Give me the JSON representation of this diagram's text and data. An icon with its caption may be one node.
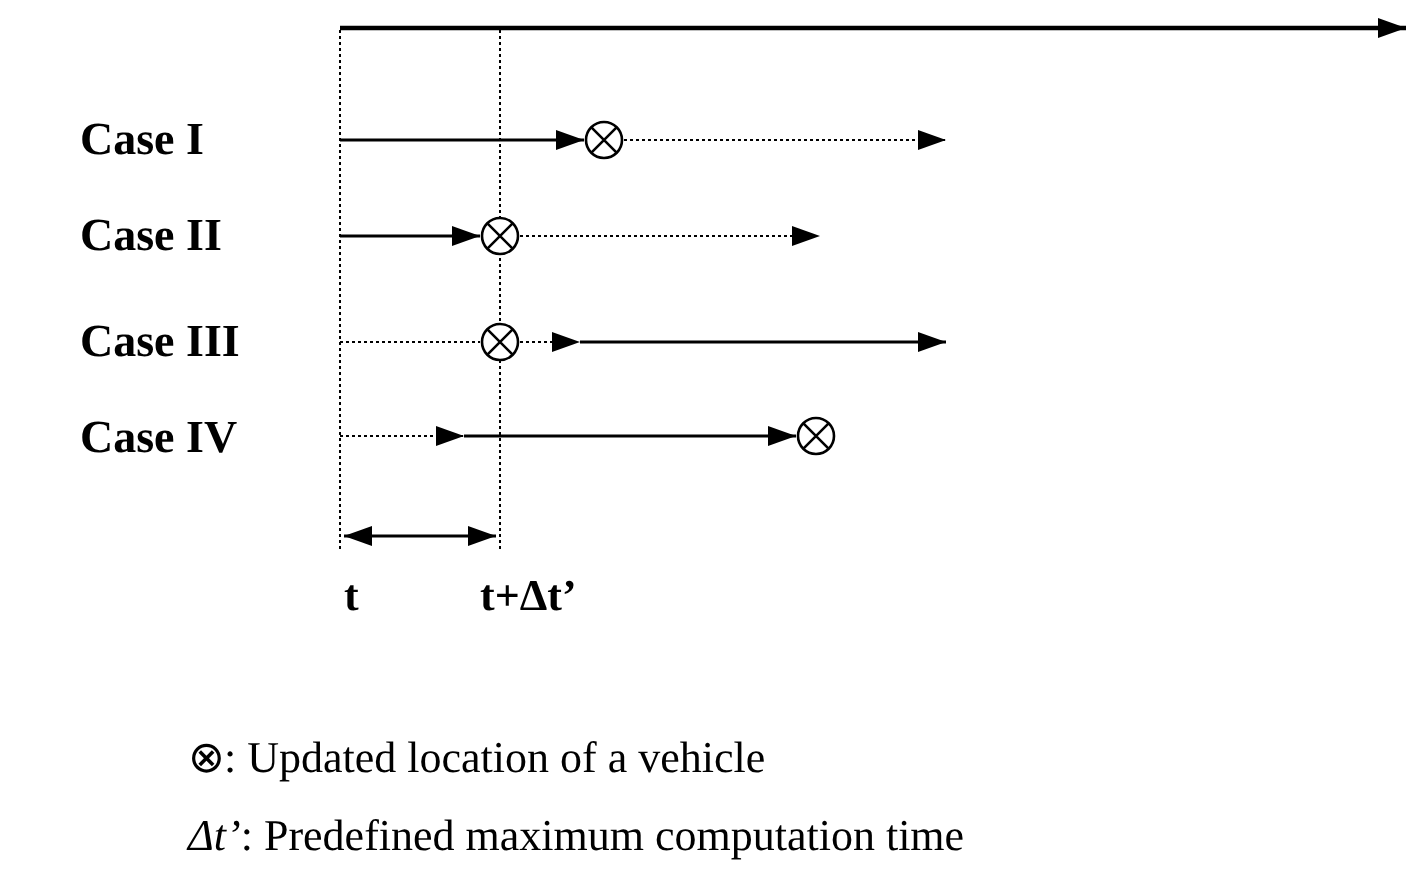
{
  "diagram": {
    "nodes": [
      {
        "text": [],
        "shape": "circle"
      },
      {
        "text": [],
        "shape": "circle"
      },
      {
        "text": [],
        "shape": "circle"
      },
      {
        "text": [],
        "shape": "circle"
      }
    ],
    "edges": [
      {
        "from": null,
        "to": 0,
        "arrow": "to"
      },
      {
        "from": 0,
        "to": null,
        "arrow": "to",
        "style": "dashed"
      },
      {
        "from": null,
        "to": 1,
        "arrow": "to"
      },
      {
        "from": 1,
        "to": null,
        "arrow": "to",
        "style": "dashed"
      },
      {
        "from": null,
        "to": 2,
        "arrow": "none",
        "style": "dashed"
      },
      {
        "from": 2,
        "to": null,
        "arrow": "to",
        "style": "dashed"
      },
      {
        "from": null,
        "to": 3,
        "arrow": "to"
      }
    ],
    "labels": [
      "Case I",
      "Case II",
      "Case III",
      "Case IV",
      "t",
      "t+Δt’",
      "⊗: Updated location of a vehicle",
      "*Δt’*: Predefined maximum computation time"
    ]
  }
}
